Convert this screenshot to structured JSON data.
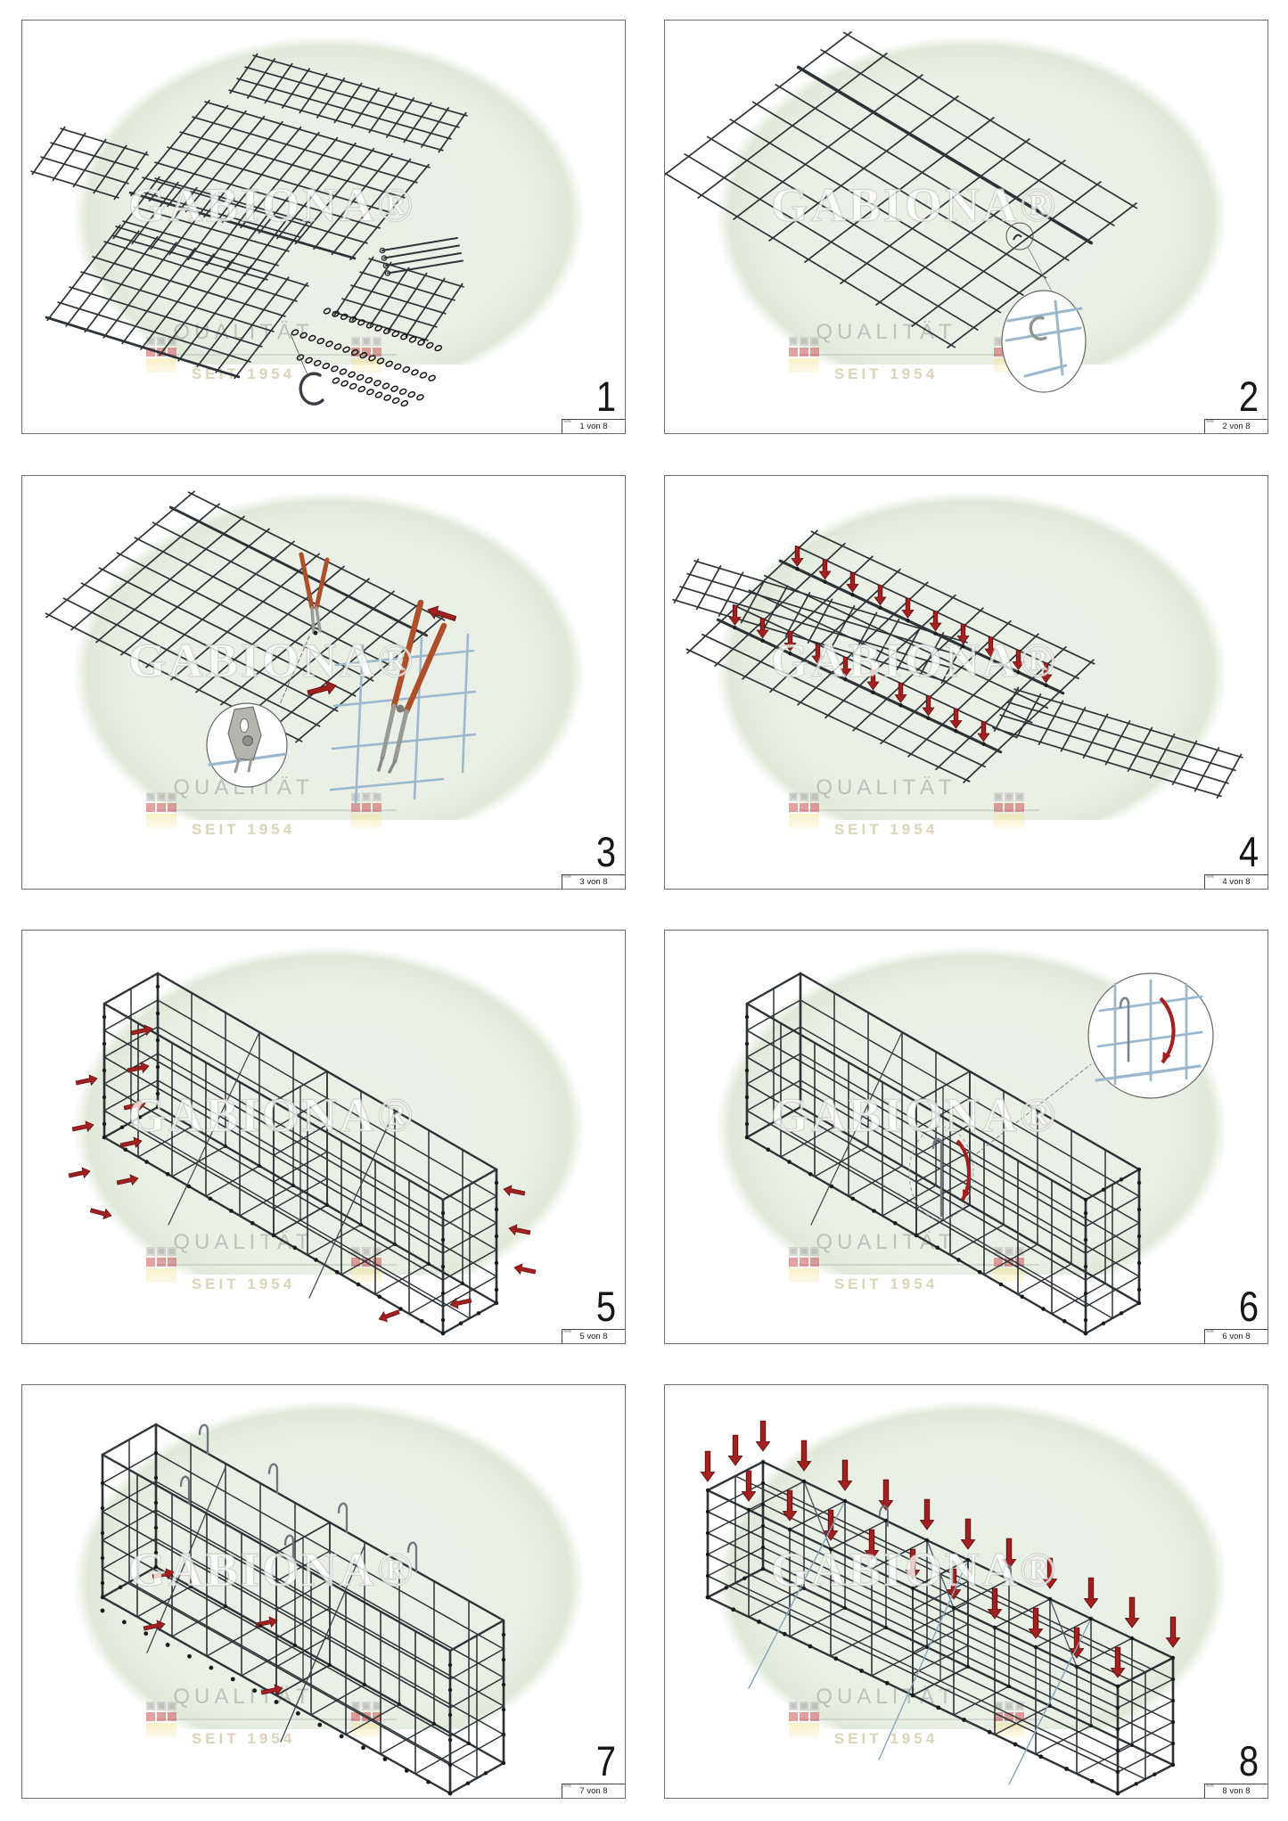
{
  "watermark": {
    "brand": "GABIONA®",
    "quality": "QUALITÄT",
    "since": "SEIT 1954",
    "flag_colors": {
      "top": "#9b9b9b",
      "middle": "#c84848",
      "bottom": "#f3e391"
    }
  },
  "panels": [
    {
      "number": "1",
      "page": "1 von 8",
      "page_label": "Seite"
    },
    {
      "number": "2",
      "page": "2 von 8",
      "page_label": "Seite"
    },
    {
      "number": "3",
      "page": "3 von 8",
      "page_label": "Seite"
    },
    {
      "number": "4",
      "page": "4 von 8",
      "page_label": "Seite"
    },
    {
      "number": "5",
      "page": "5 von 8",
      "page_label": "Seite"
    },
    {
      "number": "6",
      "page": "6 von 8",
      "page_label": "Seite"
    },
    {
      "number": "7",
      "page": "7 von 8",
      "page_label": "Seite"
    },
    {
      "number": "8",
      "page": "8 von 8",
      "page_label": "Seite"
    }
  ],
  "colors": {
    "wire": "#2e3338",
    "blue_wire": "#9db8cd",
    "arrow_red": "#a32020",
    "plier_handle": "#ad4f28",
    "metal_gray": "#b0b0aa",
    "watermark_green": "#e3eade"
  }
}
